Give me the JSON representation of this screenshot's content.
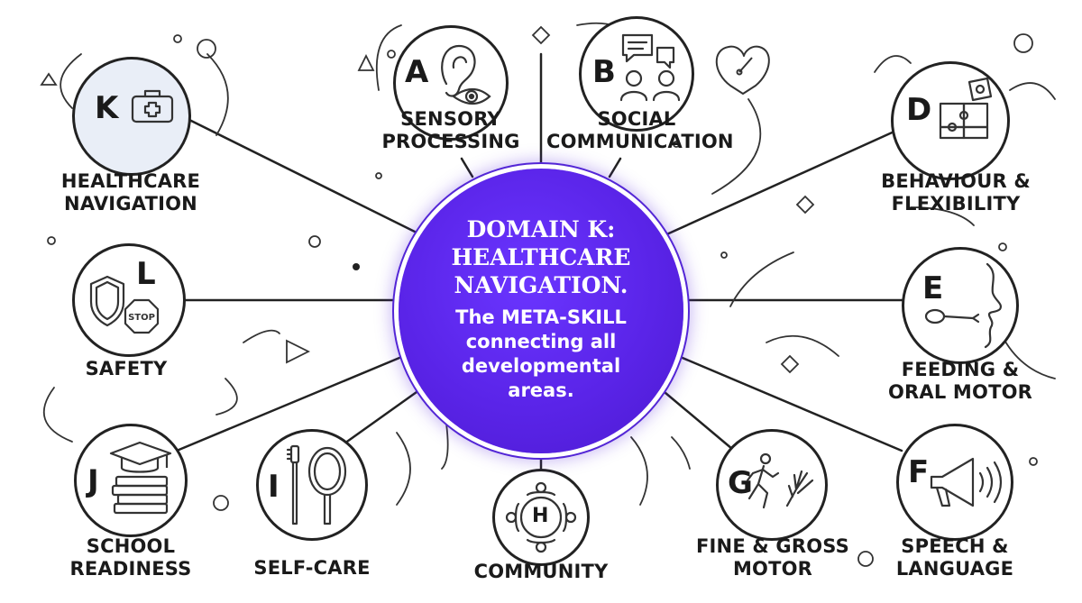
{
  "hub": {
    "title_lines": [
      "DOMAIN K:",
      "HEALTHCARE",
      "NAVIGATION."
    ],
    "subtitle_lines": [
      "The META-SKILL",
      "connecting all",
      "developmental",
      "areas."
    ]
  },
  "domains": {
    "A": {
      "letter": "A",
      "label_lines": [
        "SENSORY",
        "PROCESSING"
      ],
      "icon": "ear-eye-icon"
    },
    "B": {
      "letter": "B",
      "label_lines": [
        "SOCIAL",
        "COMMUNICATION"
      ],
      "icon": "chat-people-icon"
    },
    "D": {
      "letter": "D",
      "label_lines": [
        "BEHAVIOUR &",
        "FLEXIBILITY"
      ],
      "icon": "puzzle-icon"
    },
    "E": {
      "letter": "E",
      "label_lines": [
        "FEEDING &",
        "ORAL MOTOR"
      ],
      "icon": "spoon-face-icon"
    },
    "F": {
      "letter": "F",
      "label_lines": [
        "SPEECH &",
        "LANGUAGE"
      ],
      "icon": "megaphone-icon"
    },
    "G": {
      "letter": "G",
      "label_lines": [
        "FINE & GROSS",
        "MOTOR"
      ],
      "icon": "runner-hand-icon"
    },
    "H": {
      "letter": "H",
      "label_lines": [
        "COMMUNITY"
      ],
      "icon": "community-circle-icon"
    },
    "I": {
      "letter": "I",
      "label_lines": [
        "SELF-CARE"
      ],
      "icon": "toothbrush-mirror-icon"
    },
    "J": {
      "letter": "J",
      "label_lines": [
        "SCHOOL",
        "READINESS"
      ],
      "icon": "graduation-books-icon"
    },
    "L": {
      "letter": "L",
      "label_lines": [
        "SAFETY"
      ],
      "icon": "shield-stop-icon",
      "stop_text": "STOP"
    },
    "K": {
      "letter": "K",
      "label_lines": [
        "HEALTHCARE",
        "NAVIGATION"
      ],
      "icon": "medical-kit-icon"
    }
  },
  "colors": {
    "hub": "#5a24e8",
    "line": "#222222",
    "active_node_fill": "#e9eef7"
  }
}
